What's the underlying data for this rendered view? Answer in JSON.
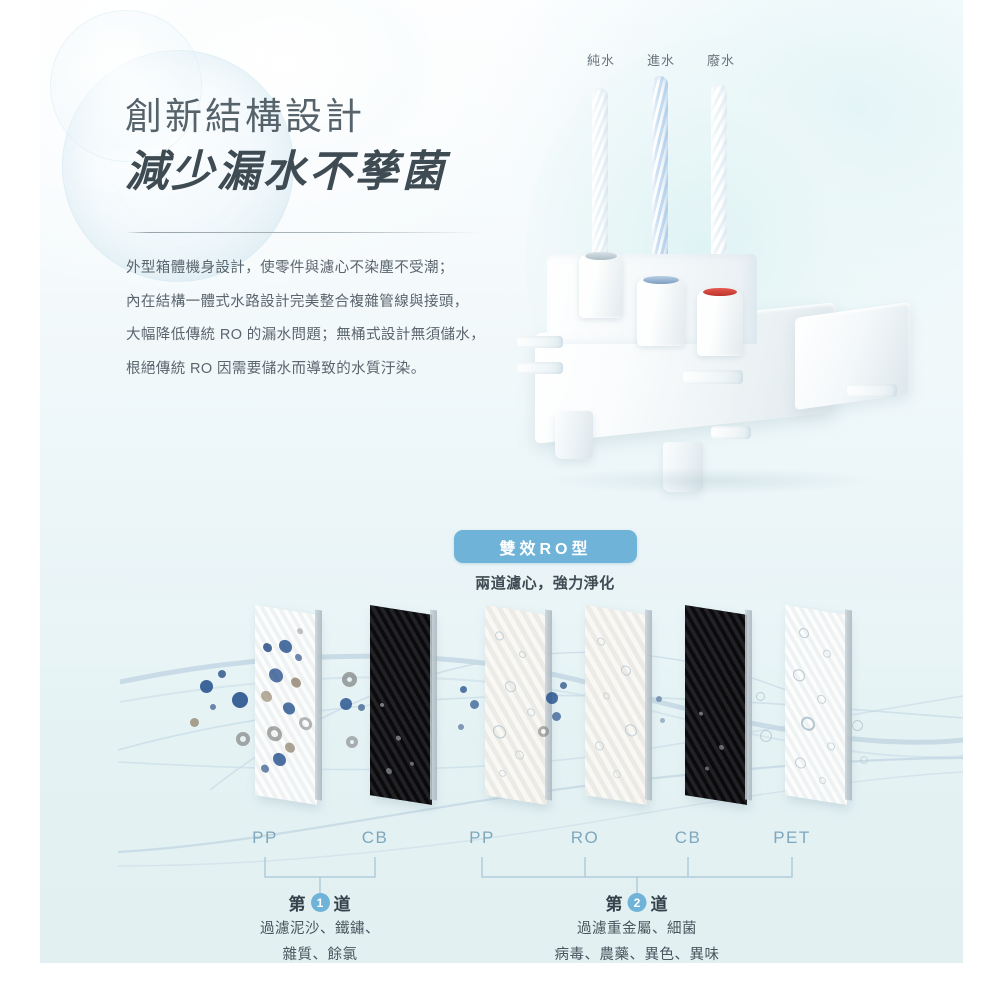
{
  "hero": {
    "title_line1": "創新結構設計",
    "title_line2": "減少漏水不孳菌",
    "body": [
      "外型箱體機身設計，使零件與濾心不染塵不受潮；",
      "內在結構一體式水路設計完美整合複雜管線與接頭，",
      "大幅降低傳統 RO 的漏水問題；無桶式設計無須儲水，",
      "根絕傳統 RO 因需要儲水而導致的水質汙染。"
    ]
  },
  "device": {
    "tube_labels": [
      "純水",
      "進水",
      "廢水"
    ]
  },
  "badge": {
    "label": "雙效RO型",
    "subtitle": "兩道濾心，強力淨化",
    "color": "#6fb4d8"
  },
  "filters": {
    "labels": [
      "PP",
      "CB",
      "PP",
      "RO",
      "CB",
      "PET"
    ],
    "label_color": "#7fa8bd"
  },
  "stages": [
    {
      "prefix": "第",
      "number": "1",
      "suffix": "道",
      "desc_line1": "過濾泥沙、鐵鏽、",
      "desc_line2": "雜質、餘氯"
    },
    {
      "prefix": "第",
      "number": "2",
      "suffix": "道",
      "desc_line1": "過濾重金屬、細菌",
      "desc_line2": "病毒、農藥、異色、異味"
    }
  ]
}
